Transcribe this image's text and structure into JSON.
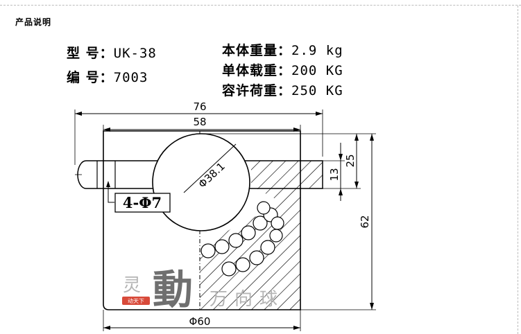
{
  "section_title": "产品说明",
  "specs": {
    "model": {
      "label": "型   号：",
      "value": "UK-38"
    },
    "code": {
      "label": "编   号：",
      "value": "7003"
    },
    "weight": {
      "label": "本体重量：",
      "value": "2.9 kg"
    },
    "unit_load": {
      "label": "单体载重：",
      "value": "200 KG"
    },
    "allowable_load": {
      "label": "容许荷重：",
      "value": "250 KG"
    }
  },
  "dimensions": {
    "flange_width": "76",
    "body_width": "58",
    "ball_diameter": "Φ38.1",
    "bolt_holes": "4-Φ7",
    "flange_thickness": "13",
    "ball_protrusion": "25",
    "total_height": "62",
    "base_diameter": "Φ60"
  },
  "watermark": {
    "char_1": "灵",
    "char_2": "動",
    "char_3": "万",
    "char_4": "向",
    "char_5": "球",
    "tag": "动天下"
  },
  "colors": {
    "line": "#000000",
    "ball_fill": "#ffffff",
    "watermark_tag": "#d84a3a"
  }
}
